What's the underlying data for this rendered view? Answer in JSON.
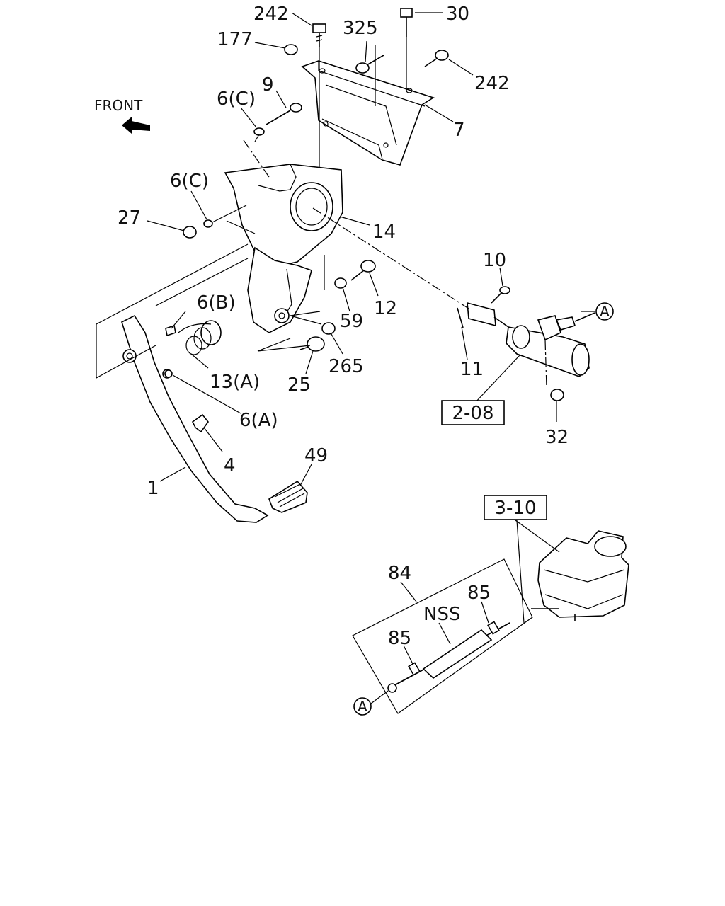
{
  "direction": "FRONT",
  "callouts": {
    "c242a": "242",
    "c177": "177",
    "c325": "325",
    "c30": "30",
    "c242b": "242",
    "c9": "9",
    "c6c_a": "6(C)",
    "c7": "7",
    "c6c_b": "6(C)",
    "c27": "27",
    "c14": "14",
    "c10": "10",
    "c12": "12",
    "c6b": "6(B)",
    "c59": "59",
    "c265": "265",
    "c11": "11",
    "c13a": "13(A)",
    "c25": "25",
    "c6a": "6(A)",
    "c32": "32",
    "c4": "4",
    "c49": "49",
    "c1": "1",
    "c84": "84",
    "c85a": "85",
    "c85b": "85",
    "cNSS": "NSS",
    "cA1": "A",
    "cA2": "A"
  },
  "boxed_refs": {
    "r208": "2-08",
    "r310": "3-10"
  }
}
